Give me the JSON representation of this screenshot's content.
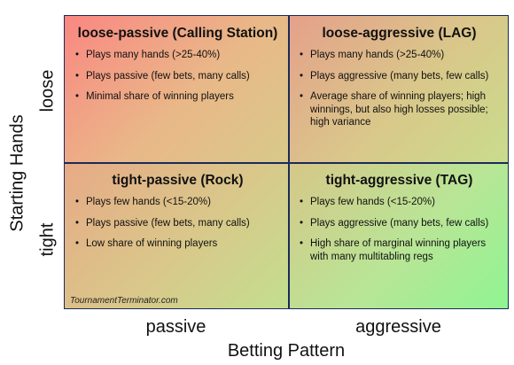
{
  "y_axis": {
    "title": "Starting Hands",
    "labels": {
      "loose": "loose",
      "tight": "tight"
    }
  },
  "x_axis": {
    "title": "Betting Pattern",
    "labels": {
      "passive": "passive",
      "aggressive": "aggressive"
    }
  },
  "quadrants": {
    "loose_passive": {
      "title": "loose-passive (Calling Station)",
      "points": [
        "Plays many hands (>25-40%)",
        "Plays passive (few bets, many calls)",
        "Minimal share of winning players"
      ]
    },
    "loose_aggressive": {
      "title": "loose-aggressive (LAG)",
      "points": [
        "Plays many hands (>25-40%)",
        "Plays aggressive (many bets, few calls)",
        "Average share of winning players; high winnings, but also high losses possible; high variance"
      ]
    },
    "tight_passive": {
      "title": "tight-passive (Rock)",
      "points": [
        "Plays few hands (<15-20%)",
        "Plays passive (few bets, many calls)",
        "Low share of winning players"
      ]
    },
    "tight_aggressive": {
      "title": "tight-aggressive (TAG)",
      "points": [
        "Plays few hands (<15-20%)",
        "Plays aggressive (many bets, few calls)",
        "High share of marginal winning players  with many multitabling regs"
      ]
    }
  },
  "watermark": "TournamentTerminator.com",
  "colors": {
    "loose_passive": "#fa8782",
    "tight_aggressive": "#8ff592",
    "border": "#1a2a5a"
  }
}
